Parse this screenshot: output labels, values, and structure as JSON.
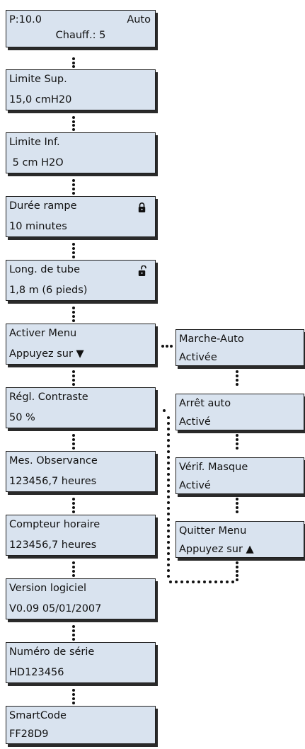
{
  "status_display": {
    "pressure": "P:10.0",
    "mode": "Auto",
    "humidifier": "Chauff.: 5"
  },
  "main_menu": [
    {
      "title": "Limite Sup.",
      "value": "15,0 cmH20"
    },
    {
      "title": "Limite Inf.",
      "value": " 5 cm H2O"
    },
    {
      "title": "Durée rampe",
      "value": "10 minutes",
      "icon": "lock-closed-icon"
    },
    {
      "title": "Long. de tube",
      "value": "1,8 m (6 pieds)",
      "icon": "lock-open-icon"
    },
    {
      "title": "Activer Menu",
      "value": "Appuyez sur ▼"
    },
    {
      "title": "Régl. Contraste",
      "value": "50 %"
    },
    {
      "title": "Mes. Observance",
      "value": "123456,7 heures"
    },
    {
      "title": "Compteur horaire",
      "value": "123456,7 heures"
    },
    {
      "title": "Version logiciel",
      "value": "V0.09 05/01/2007"
    },
    {
      "title": "Numéro de série",
      "value": "HD123456"
    },
    {
      "title": "SmartCode",
      "value": "FF28D9"
    }
  ],
  "sub_menu": [
    {
      "title": "Marche-Auto",
      "value": "Activée"
    },
    {
      "title": "Arrêt auto",
      "value": "Activé"
    },
    {
      "title": "Vérif. Masque",
      "value": "Activé"
    },
    {
      "title": "Quitter Menu",
      "value": "Appuyez sur ▲"
    }
  ],
  "colors": {
    "panel_fill": "#d9e3ef",
    "panel_border": "#1f1f1f",
    "connector": "#111111"
  }
}
